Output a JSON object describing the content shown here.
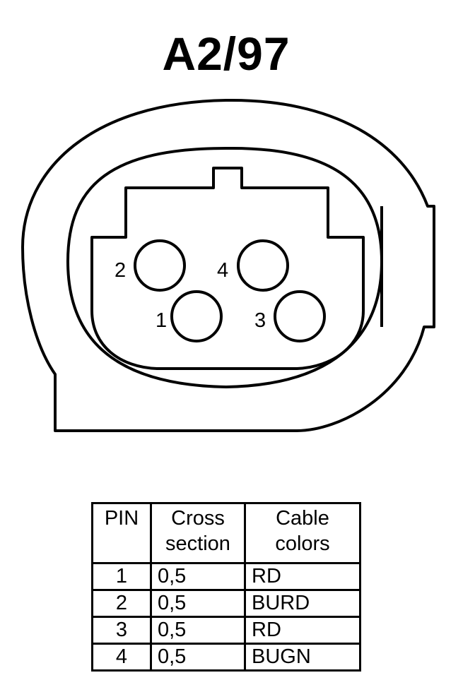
{
  "title": "A2/97",
  "pins": [
    {
      "id": "1",
      "label": "1"
    },
    {
      "id": "2",
      "label": "2"
    },
    {
      "id": "3",
      "label": "3"
    },
    {
      "id": "4",
      "label": "4"
    }
  ],
  "table": {
    "headers": {
      "pin": "PIN",
      "cross_line1": "Cross",
      "cross_line2": "section",
      "colors_line1": "Cable",
      "colors_line2": "colors"
    },
    "rows": [
      {
        "pin": "1",
        "cross_section": "0,5",
        "cable_color": "RD"
      },
      {
        "pin": "2",
        "cross_section": "0,5",
        "cable_color": "BURD"
      },
      {
        "pin": "3",
        "cross_section": "0,5",
        "cable_color": "RD"
      },
      {
        "pin": "4",
        "cross_section": "0,5",
        "cable_color": "BUGN"
      }
    ]
  },
  "colors": {
    "line": "#000000",
    "background": "#ffffff"
  }
}
